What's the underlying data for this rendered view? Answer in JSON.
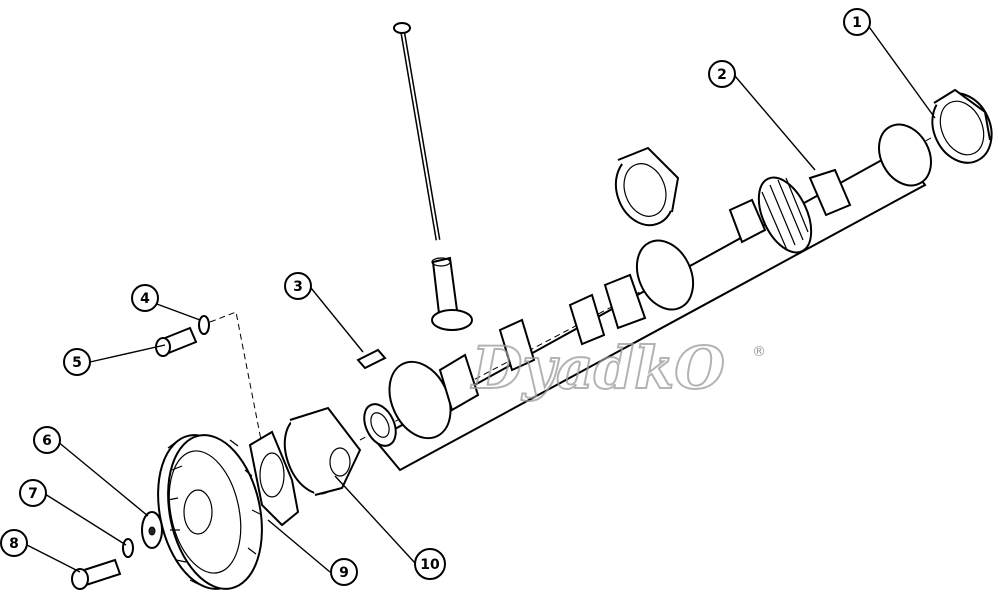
{
  "callouts": [
    {
      "id": "1",
      "label": "1"
    },
    {
      "id": "2",
      "label": "2"
    },
    {
      "id": "3",
      "label": "3"
    },
    {
      "id": "4",
      "label": "4"
    },
    {
      "id": "5",
      "label": "5"
    },
    {
      "id": "6",
      "label": "6"
    },
    {
      "id": "7",
      "label": "7"
    },
    {
      "id": "8",
      "label": "8"
    },
    {
      "id": "9",
      "label": "9"
    },
    {
      "id": "10",
      "label": "10"
    }
  ],
  "watermark": {
    "text": "DyadkO",
    "reg": "®"
  }
}
